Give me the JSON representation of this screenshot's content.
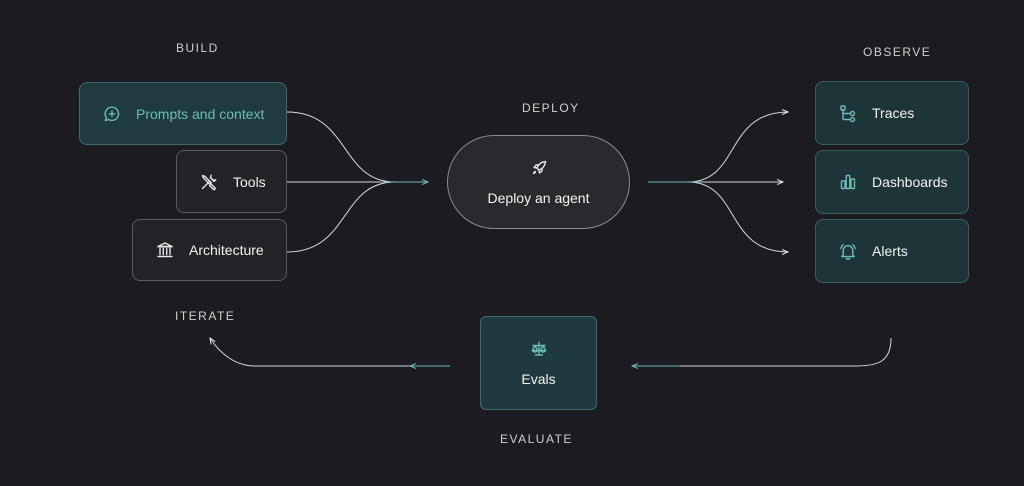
{
  "sections": {
    "build": "BUILD",
    "deploy": "DEPLOY",
    "observe": "OBSERVE",
    "iterate": "ITERATE",
    "evaluate": "EVALUATE"
  },
  "build_items": [
    {
      "label": "Prompts and context",
      "icon": "chat-plus-icon"
    },
    {
      "label": "Tools",
      "icon": "tools-icon"
    },
    {
      "label": "Architecture",
      "icon": "building-columns-icon"
    }
  ],
  "deploy": {
    "label": "Deploy an agent",
    "icon": "rocket-icon"
  },
  "observe_items": [
    {
      "label": "Traces",
      "icon": "trace-tree-icon"
    },
    {
      "label": "Dashboards",
      "icon": "bar-chart-icon"
    },
    {
      "label": "Alerts",
      "icon": "bell-icon"
    }
  ],
  "evaluate": {
    "label": "Evals",
    "icon": "scales-icon"
  },
  "colors": {
    "background": "#1c1b1f",
    "accent_teal": "#6dbcb4",
    "teal_box": "#1f3b3d",
    "connector": "#d9d9dc"
  }
}
